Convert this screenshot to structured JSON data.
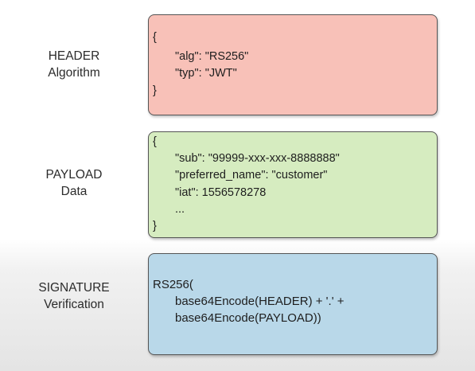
{
  "sections": {
    "header": {
      "label_line1": "HEADER",
      "label_line2": "Algorithm",
      "lines": [
        "{",
        "\"alg\": \"RS256\"",
        "\"typ\": \"JWT\"",
        "}"
      ]
    },
    "payload": {
      "label_line1": "PAYLOAD",
      "label_line2": "Data",
      "lines": [
        "{",
        "\"sub\": \"99999-xxx-xxx-8888888\"",
        "\"preferred_name\": \"customer\"",
        "\"iat\": 1556578278",
        "...",
        "}"
      ]
    },
    "signature": {
      "label_line1": "SIGNATURE",
      "label_line2": "Verification",
      "lines": [
        "RS256(",
        "base64Encode(HEADER) + '.' +",
        "base64Encode(PAYLOAD))"
      ]
    }
  },
  "colors": {
    "header_fill": "#f8c1b8",
    "payload_fill": "#d6ecc0",
    "signature_fill": "#b9d8e9"
  }
}
